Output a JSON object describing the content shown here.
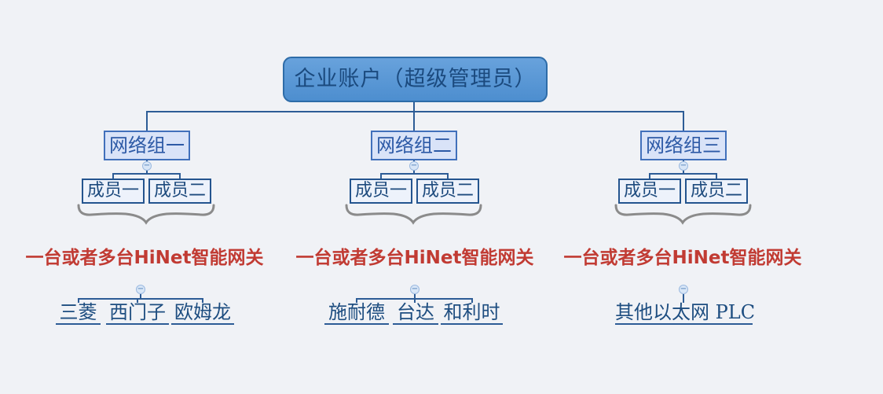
{
  "root": {
    "label": "企业账户（超级管理员）"
  },
  "groups": [
    {
      "name": "网络组一",
      "members": [
        "成员一",
        "成员二"
      ],
      "gateway_note": "一台或者多台HiNet智能网关",
      "plc_brands": [
        "三菱",
        "西门子",
        "欧姆龙"
      ]
    },
    {
      "name": "网络组二",
      "members": [
        "成员一",
        "成员二"
      ],
      "gateway_note": "一台或者多台HiNet智能网关",
      "plc_brands": [
        "施耐德",
        "台达",
        "和利时"
      ]
    },
    {
      "name": "网络组三",
      "members": [
        "成员一",
        "成员二"
      ],
      "gateway_note": "一台或者多台HiNet智能网关",
      "plc_brands": [
        "其他以太网 PLC"
      ]
    }
  ],
  "icons": {
    "collapse_glyph": "−"
  },
  "colors": {
    "bg": "#f0f2f6",
    "root_fill_top": "#68a2dc",
    "root_fill_bottom": "#4d8ecf",
    "root_border": "#2e6ca8",
    "group_fill": "#d9e3f8",
    "group_border": "#4170bb",
    "member_fill": "#edf2fb",
    "member_border": "#24548e",
    "line": "#2d5c96",
    "brace": "#8b8b8b",
    "note_red": "#c13b33",
    "text_dark": "#1d4d80",
    "collapse_fill": "#d8e6f7",
    "collapse_border": "#9bb9e0"
  }
}
